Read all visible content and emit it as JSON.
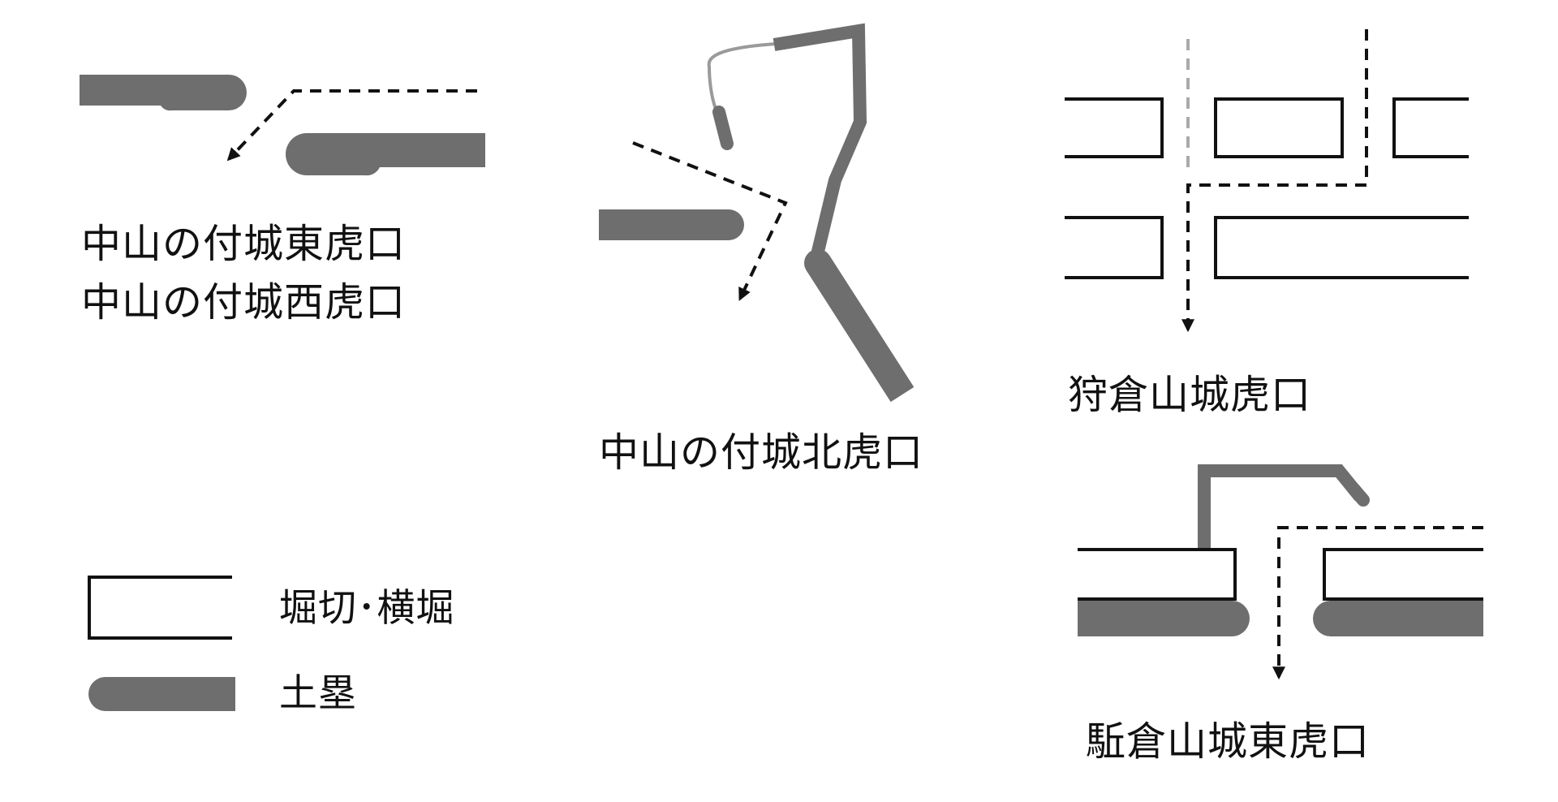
{
  "colors": {
    "earthwork": "#6e6e6e",
    "outline": "#111111",
    "route": "#111111",
    "thin_line": "#9a9a9a",
    "background": "#ffffff"
  },
  "diagrams": {
    "nakayama_east_west": {
      "label_line1": "中山の付城東虎口",
      "label_line2": "中山の付城西虎口"
    },
    "nakayama_north": {
      "label": "中山の付城北虎口"
    },
    "karikurayama": {
      "label": "狩倉山城虎口"
    },
    "chukurayama_east": {
      "label": "駈倉山城東虎口"
    }
  },
  "legend": {
    "moat_label": "堀切･横堀",
    "earthwork_label": "土塁"
  }
}
